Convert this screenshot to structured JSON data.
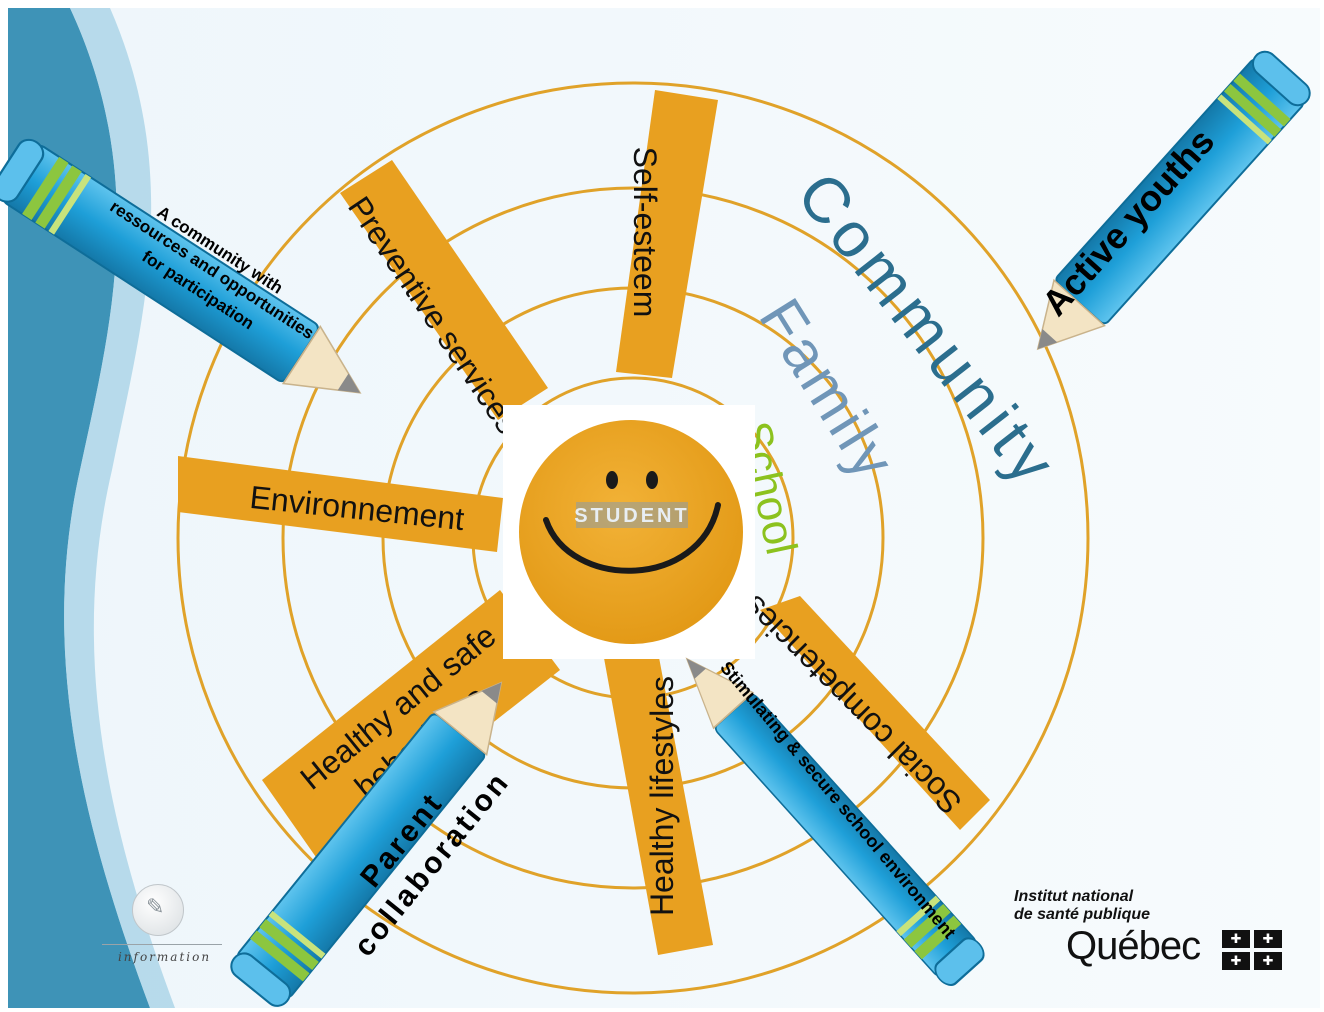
{
  "center": {
    "label": "STUDENT"
  },
  "rings": {
    "community": "Community",
    "family": "Family",
    "school": "School"
  },
  "beams": {
    "self_esteem": "Self-esteem",
    "preventive": "Preventive services",
    "environnement": "Environnement",
    "healthy_safe_1": "Healthy and safe",
    "healthy_safe_2": "behaviours",
    "lifestyles": "Healthy lifestyles",
    "social": "Social competencies"
  },
  "pencils": {
    "active_youths": "Active youths",
    "community_line1": "A community with",
    "community_line2": "ressources and opportunities",
    "community_line3": "for participation",
    "parent_line1": "Parent",
    "parent_line2": "collaboration",
    "stimulating": "Stimulating & secure school environment"
  },
  "logos": {
    "left_label": "information",
    "right_line1": "Institut national",
    "right_line2": "de santé publique",
    "right_line3": "Québec"
  },
  "colors": {
    "ring": "#e0a229",
    "beam": "#e8a020",
    "community": "#2b6e8e",
    "family": "#7096b8",
    "school": "#8cc21e",
    "pencil_body": "#1e9fd8",
    "pencil_band": "#8cc63f",
    "smiley": "#e8a21c"
  }
}
